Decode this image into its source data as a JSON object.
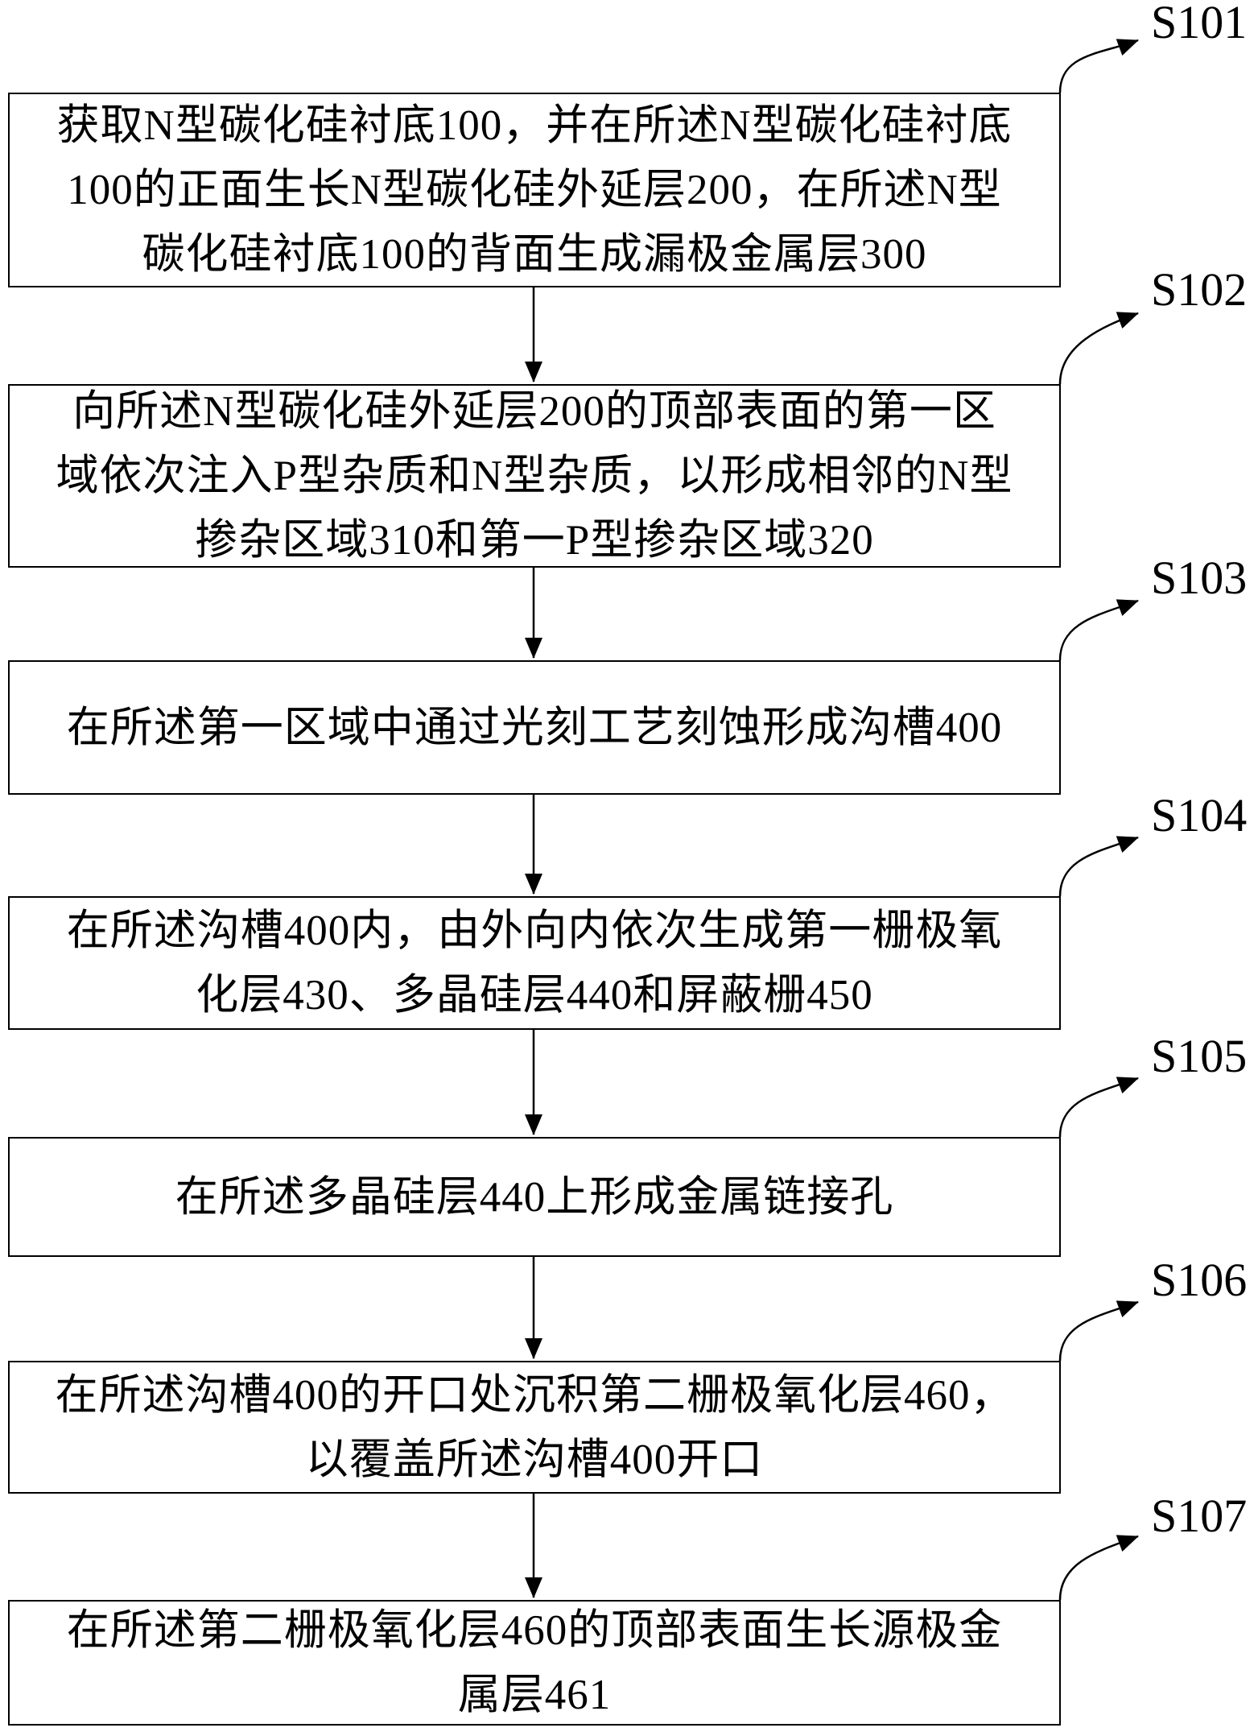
{
  "colors": {
    "ink": "#000000",
    "background": "#ffffff"
  },
  "steps": [
    {
      "label": "S101",
      "lines": [
        "获取N型碳化硅衬底100，并在所述N型碳化硅衬底",
        "100的正面生长N型碳化硅外延层200，在所述N型",
        "碳化硅衬底100的背面生成漏极金属层300"
      ]
    },
    {
      "label": "S102",
      "lines": [
        "向所述N型碳化硅外延层200的顶部表面的第一区",
        "域依次注入P型杂质和N型杂质，以形成相邻的N型",
        "掺杂区域310和第一P型掺杂区域320"
      ]
    },
    {
      "label": "S103",
      "lines": [
        "在所述第一区域中通过光刻工艺刻蚀形成沟槽400"
      ]
    },
    {
      "label": "S104",
      "lines": [
        "在所述沟槽400内，由外向内依次生成第一栅极氧",
        "化层430、多晶硅层440和屏蔽栅450"
      ]
    },
    {
      "label": "S105",
      "lines": [
        "在所述多晶硅层440上形成金属链接孔"
      ]
    },
    {
      "label": "S106",
      "lines": [
        "在所述沟槽400的开口处沉积第二栅极氧化层460，",
        "以覆盖所述沟槽400开口"
      ]
    },
    {
      "label": "S107",
      "lines": [
        "在所述第二栅极氧化层460的顶部表面生长源极金",
        "属层461"
      ]
    }
  ]
}
